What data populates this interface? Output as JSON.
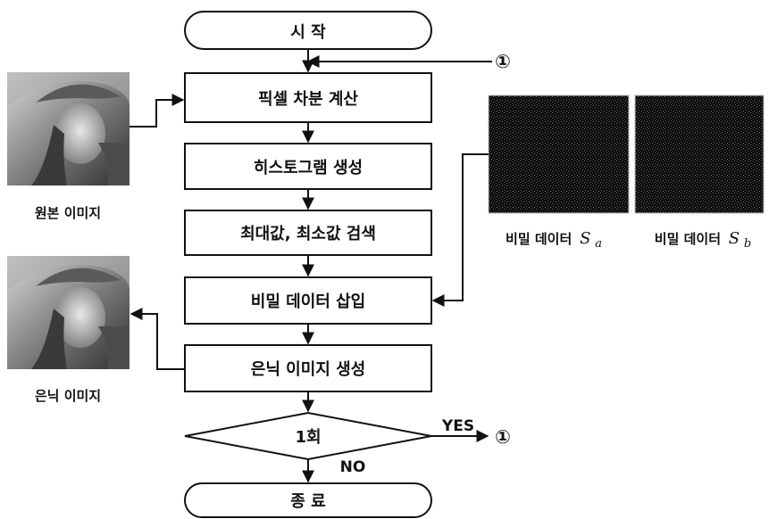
{
  "flow": {
    "start": "시 작",
    "steps": [
      "픽셀 차분 계산",
      "히스토그램 생성",
      "최대값, 최소값 검색",
      "비밀 데이터 삽입",
      "은닉 이미지 생성"
    ],
    "decision": "1회",
    "yes_label": "YES",
    "no_label": "NO",
    "end": "종 료",
    "connector": "①"
  },
  "images": {
    "original_caption": "원본 이미지",
    "stego_caption": "은닉 이미지",
    "secret_caption_prefix": "비밀 데이터",
    "secret_a_symbol": "S",
    "secret_a_sub": "a",
    "secret_b_symbol": "S",
    "secret_b_sub": "b"
  }
}
